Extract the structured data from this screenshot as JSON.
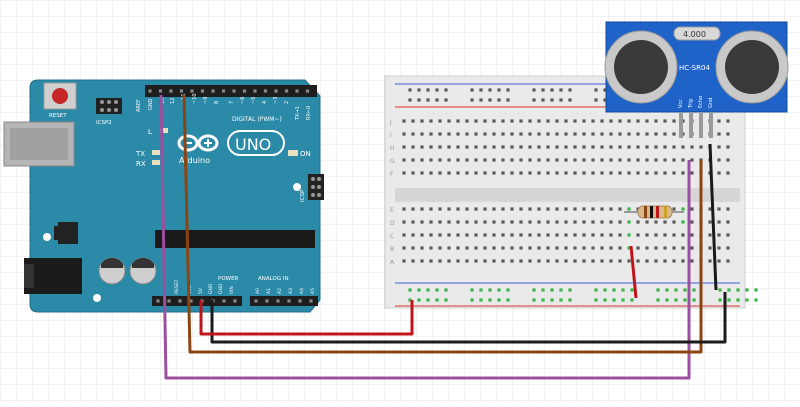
{
  "arduino": {
    "reset_label": "RESET",
    "icsp2_label": "ICSP2",
    "icsp_label": "ICSP",
    "led_l": "L",
    "led_tx": "TX",
    "led_rx": "RX",
    "on_label": "ON",
    "aref_label": "AREF",
    "gnd_label": "GND",
    "digital_label": "DIGITAL (PWM~)",
    "tx_pin": "TX→1",
    "rx_pin": "RX←0",
    "brand": "Arduino",
    "model": "UNO",
    "power_label": "POWER",
    "analog_label": "ANALOG IN",
    "digital_pins": [
      "13",
      "12",
      "~11",
      "~10",
      "~9",
      "8",
      "7",
      "~6",
      "~5",
      "4",
      "~3",
      "2"
    ],
    "power_pins": [
      "RESET",
      "3V3",
      "5V",
      "GND",
      "GND",
      "VIN"
    ],
    "analog_pins": [
      "A0",
      "A1",
      "A2",
      "A3",
      "A4",
      "A5"
    ]
  },
  "sensor": {
    "crystal_label": "4.000",
    "model_label": "HC-SR04",
    "pins": [
      "Vcc",
      "Trig",
      "Echo",
      "Gnd"
    ]
  },
  "breadboard": {
    "row_letters_top": [
      "J",
      "I",
      "H",
      "G",
      "F"
    ],
    "row_letters_bottom": [
      "E",
      "D",
      "C",
      "B",
      "A"
    ]
  },
  "colors": {
    "board": "#2b8aa8",
    "sensor": "#1f63c8",
    "wire_red": "#c0141c",
    "wire_black": "#1a1a1a",
    "wire_brown": "#8b4513",
    "wire_purple": "#9b4f9e",
    "green_hole": "#3cb54a"
  }
}
